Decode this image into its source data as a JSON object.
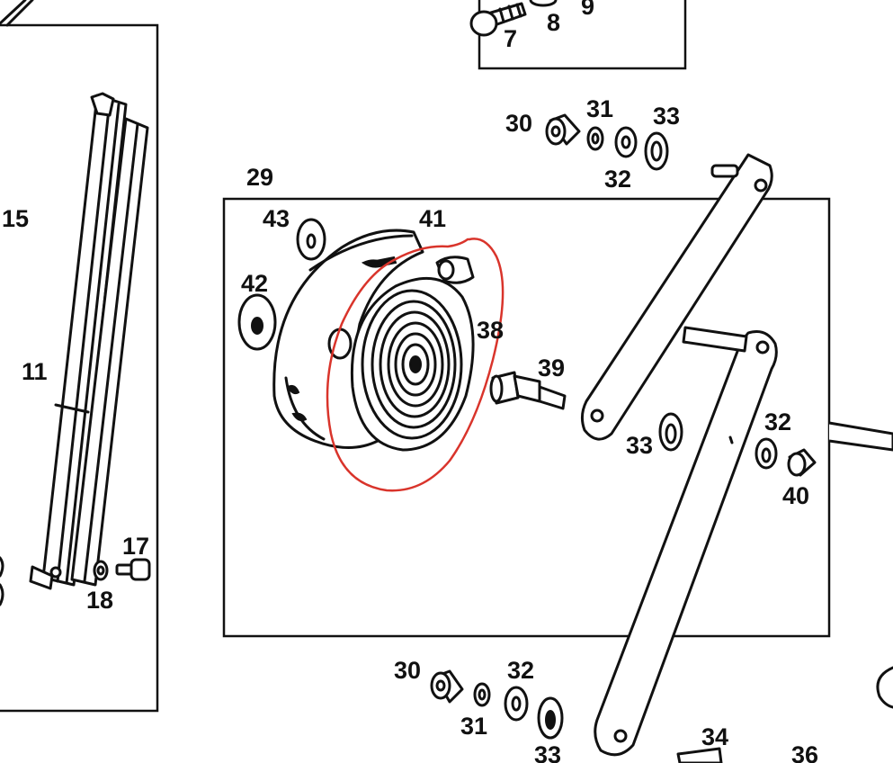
{
  "colors": {
    "ink": "#111111",
    "highlight": "#d9342b",
    "paper": "#ffffff"
  },
  "callouts": {
    "p7": "7",
    "p8": "8",
    "p9": "9",
    "p15": "15",
    "p11": "11",
    "p17": "17",
    "p18": "18",
    "p29": "29",
    "p30_top": "30",
    "p31_top": "31",
    "p32_top": "32",
    "p33_top": "33",
    "p43": "43",
    "p41": "41",
    "p42": "42",
    "p38": "38",
    "p39": "39",
    "p33_mid": "33",
    "p32_mid": "32",
    "p40": "40",
    "p30_bot": "30",
    "p31_bot": "31",
    "p32_bot": "32",
    "p33_bot": "33",
    "p34": "34",
    "p36": "36"
  }
}
